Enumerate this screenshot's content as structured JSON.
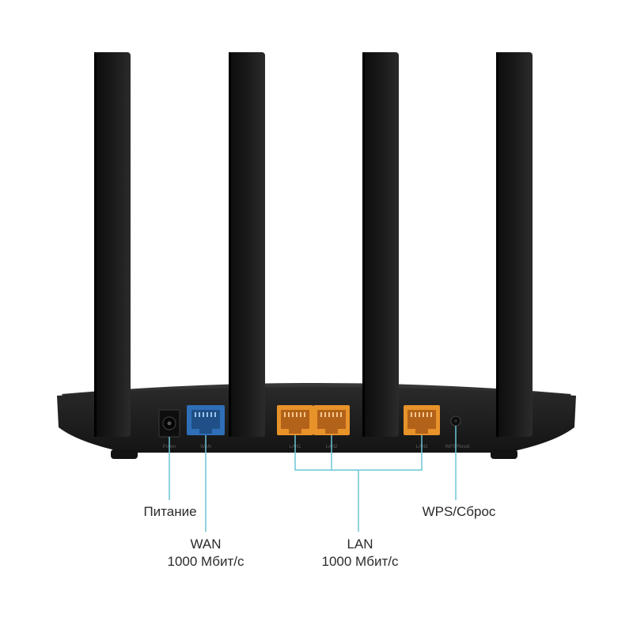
{
  "labels": {
    "power": "Питание",
    "wan_title": "WAN",
    "wan_speed": "1000 Мбит/с",
    "lan_title": "LAN",
    "lan_speed": "1000 Мбит/с",
    "wps": "WPS/Сброс"
  },
  "port_silkscreen": {
    "power": "Power",
    "wan": "WAN",
    "lan1": "LAN1",
    "lan2": "LAN2",
    "lan3": "LAN3",
    "wps": "WPS/Reset"
  },
  "colors": {
    "body": "#1c1c1c",
    "antenna": "#141414",
    "wan_port": "#2f6fb8",
    "lan_port": "#e8922a",
    "callout_line": "#6cc6d6"
  },
  "icons": {
    "antenna": "antenna-icon",
    "ethernet": "ethernet-port-icon",
    "power": "dc-power-jack-icon",
    "reset": "reset-pinhole-icon"
  }
}
